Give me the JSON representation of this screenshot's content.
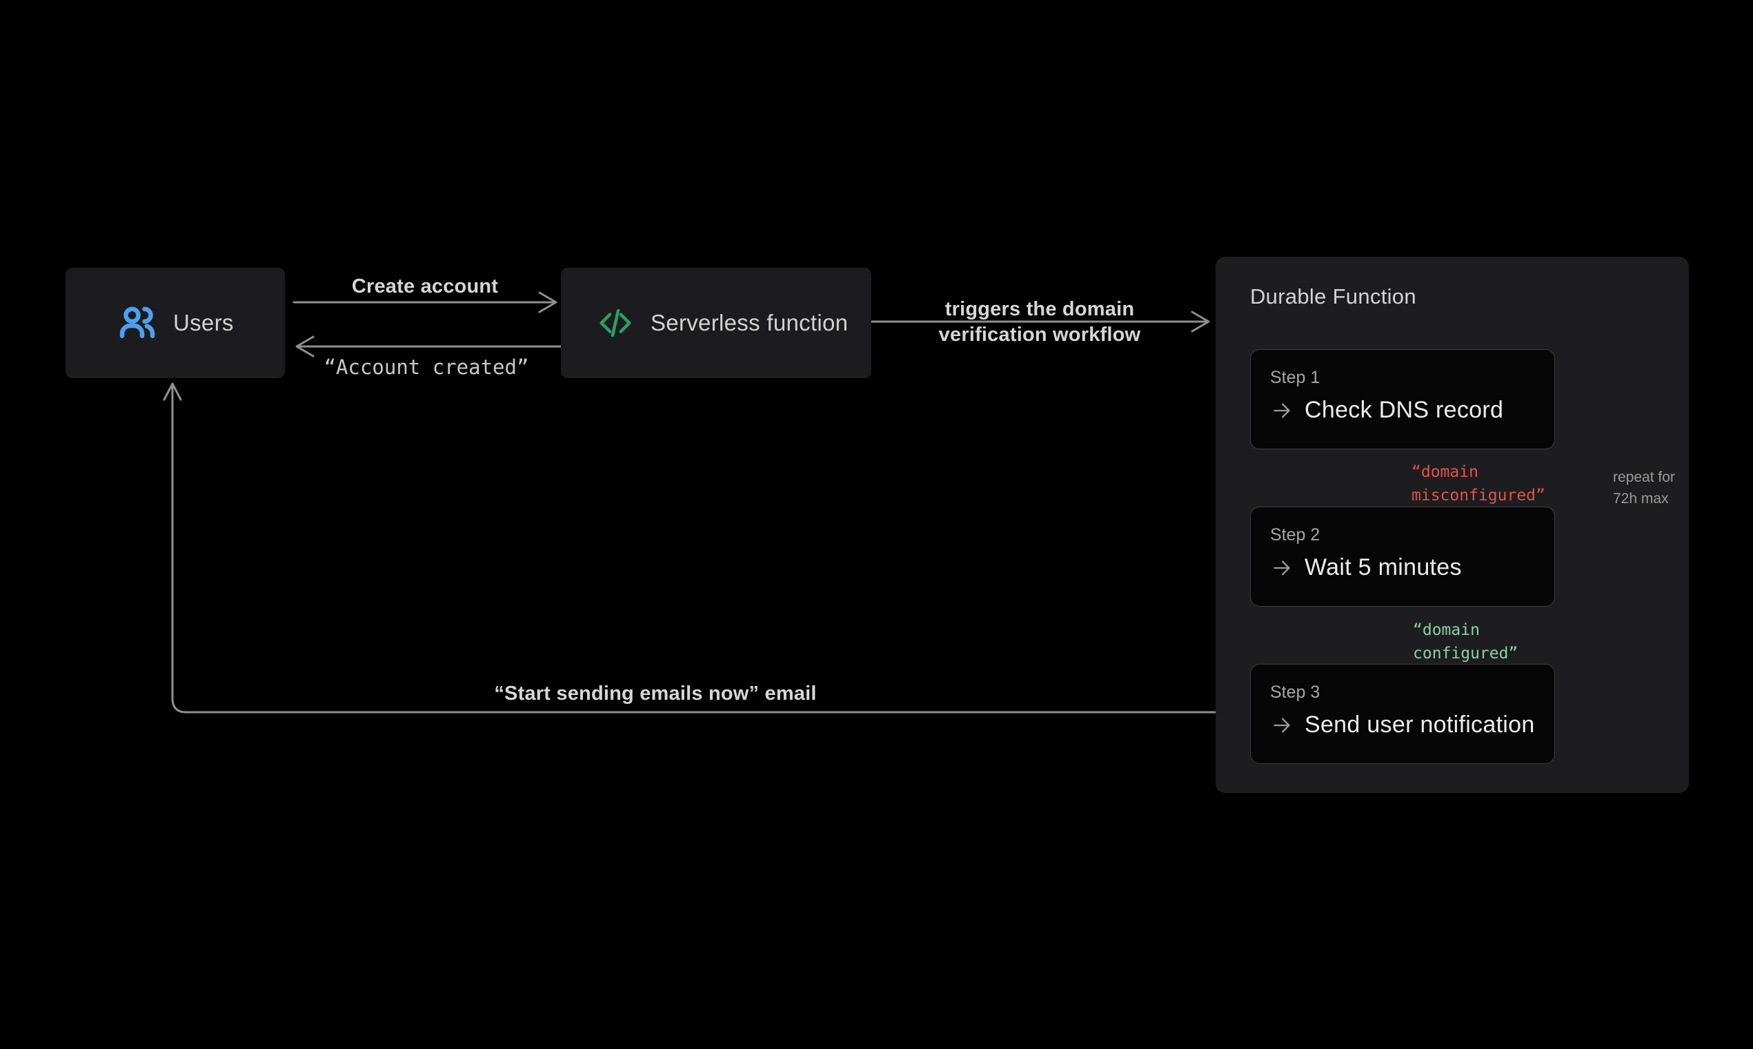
{
  "canvas": {
    "background": "#000000"
  },
  "nodes": {
    "users": {
      "label": "Users",
      "icon": "users-icon"
    },
    "serverless": {
      "label": "Serverless function",
      "icon": "code-icon"
    }
  },
  "durable": {
    "title": "Durable Function",
    "steps": [
      {
        "label": "Step 1",
        "action": "Check DNS record"
      },
      {
        "label": "Step 2",
        "action": "Wait 5 minutes"
      },
      {
        "label": "Step 3",
        "action": "Send user notification"
      }
    ],
    "repeat_note": "repeat for\n72h max"
  },
  "edge_labels": {
    "create_account": "Create account",
    "account_created": "“Account created”",
    "triggers_workflow": "triggers the domain\nverification workflow",
    "domain_misconfigured": "“domain\nmisconfigured”",
    "domain_configured": "“domain\nconfigured”",
    "start_sending_emails": "“Start sending emails now” email"
  },
  "colors": {
    "users_icon": "#4aa1f3",
    "code_icon": "#2aa066",
    "error_text": "#e0534f",
    "success_text": "#8ad1a8",
    "connector": "#8f8f8f",
    "node_background": "#1c1c1e",
    "container_background": "#1d1d1f",
    "step_background": "#060606"
  }
}
